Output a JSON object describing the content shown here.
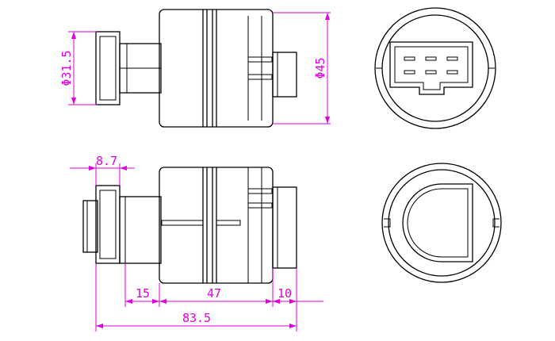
{
  "colors": {
    "part_outline": "#000000",
    "dimension": "#e000e0",
    "background": "#ffffff"
  },
  "dimensions": {
    "left_boss_diameter": "Φ31.5",
    "body_diameter": "Φ45",
    "flange_thickness": "8.7",
    "rear_segment": "15",
    "body_length": "47",
    "connector_length": "10",
    "overall_length": "83.5"
  }
}
